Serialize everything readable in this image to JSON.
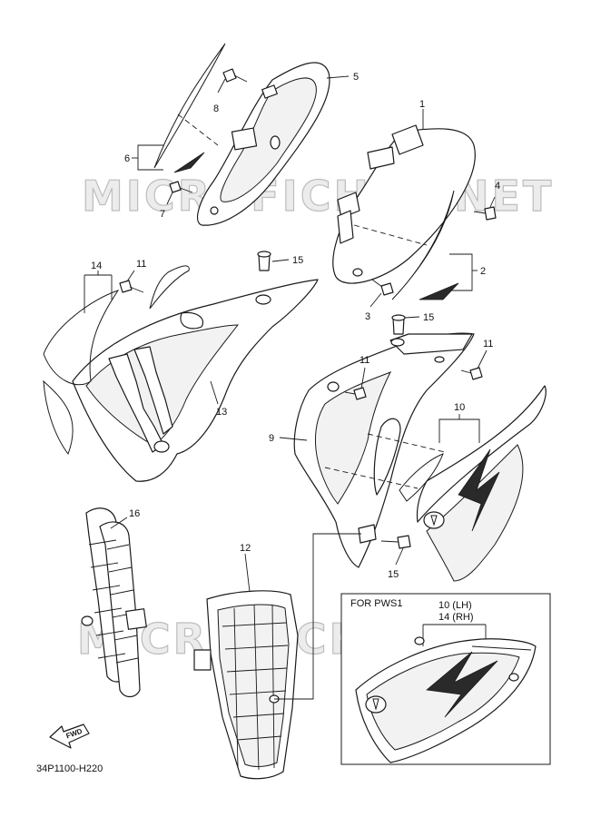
{
  "watermark": "MICROFICHES.NET",
  "diagram_code": "34P1100-H220",
  "fwd_label": "FWD",
  "inset": {
    "title": "FOR PWS1",
    "line1": "10 (LH)",
    "line2": "14 (RH)"
  },
  "callouts": {
    "c1": "1",
    "c2": "2",
    "c3": "3",
    "c4": "4",
    "c5": "5",
    "c6": "6",
    "c7": "7",
    "c8": "8",
    "c9": "9",
    "c10": "10",
    "c11a": "11",
    "c11b": "11",
    "c11c": "11",
    "c12": "12",
    "c13": "13",
    "c14": "14",
    "c15a": "15",
    "c15b": "15",
    "c15c": "15",
    "c16": "16"
  },
  "colors": {
    "line": "#1a1a1a",
    "watermark": "#bdbdbd"
  }
}
